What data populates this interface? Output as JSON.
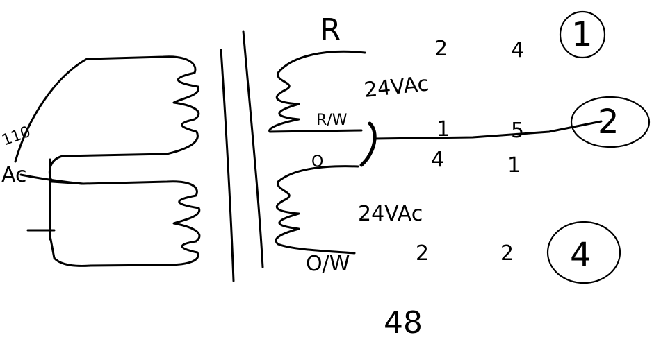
{
  "primary": {
    "voltage": "110",
    "unit": "Ac"
  },
  "secondary_top": {
    "label_r": "R",
    "label_rw": "R/W",
    "voltage": "24VAc"
  },
  "secondary_bottom": {
    "label_o": "O",
    "label_ow": "O/W",
    "voltage": "24VAc"
  },
  "columns": {
    "row1": [
      "2",
      "4"
    ],
    "row2": [
      "1",
      "5"
    ],
    "row3": [
      "4",
      "1"
    ],
    "row4": [
      "2",
      "2"
    ]
  },
  "circled": [
    "1",
    "2",
    "4"
  ],
  "total": "48"
}
